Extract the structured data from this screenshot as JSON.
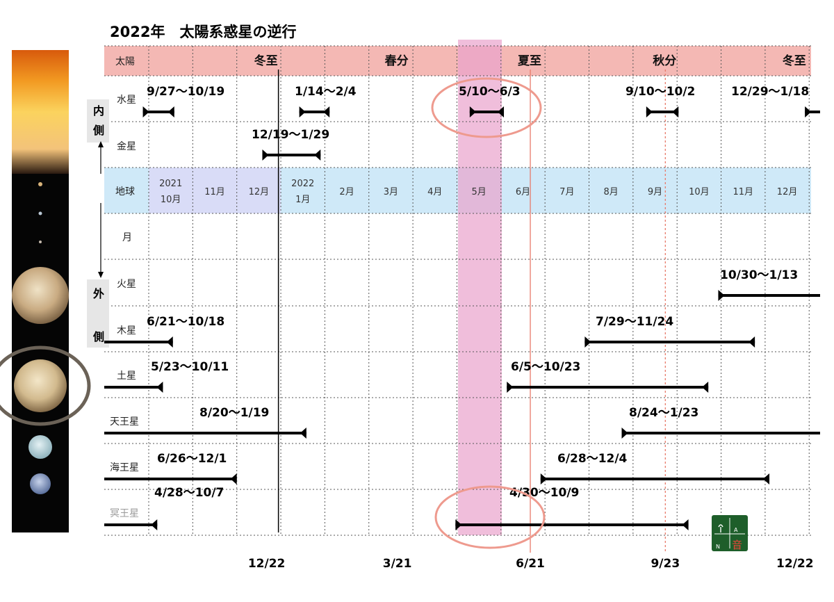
{
  "title": "2022年　太陽系惑星の逆行",
  "side_labels": {
    "inner_1": "内",
    "inner_2": "側",
    "outer_1": "外",
    "outer_2": "側"
  },
  "rows": {
    "sun": "太陽",
    "mercury": "水星",
    "venus": "金星",
    "earth": "地球",
    "moon": "月",
    "mars": "火星",
    "jupiter": "木星",
    "saturn": "土星",
    "uranus": "天王星",
    "neptune": "海王星",
    "pluto": "冥王星"
  },
  "months": [
    {
      "line1": "2021",
      "line2": "10月"
    },
    {
      "line1": "11月",
      "line2": ""
    },
    {
      "line1": "12月",
      "line2": ""
    },
    {
      "line1": "2022",
      "line2": "1月"
    },
    {
      "line1": "2月",
      "line2": ""
    },
    {
      "line1": "3月",
      "line2": ""
    },
    {
      "line1": "4月",
      "line2": ""
    },
    {
      "line1": "5月",
      "line2": ""
    },
    {
      "line1": "6月",
      "line2": ""
    },
    {
      "line1": "7月",
      "line2": ""
    },
    {
      "line1": "8月",
      "line2": ""
    },
    {
      "line1": "9月",
      "line2": ""
    },
    {
      "line1": "10月",
      "line2": ""
    },
    {
      "line1": "11月",
      "line2": ""
    },
    {
      "line1": "12月",
      "line2": ""
    }
  ],
  "chart_data": {
    "type": "timeline",
    "title": "2022年　太陽系惑星の逆行",
    "x_axis": {
      "start": "2021-10-01",
      "end": "2023-01-01",
      "unit": "month"
    },
    "seasons": [
      {
        "label": "冬至",
        "date": "12/22",
        "year": 2021
      },
      {
        "label": "春分",
        "date": "3/21",
        "year": 2022
      },
      {
        "label": "夏至",
        "date": "6/21",
        "year": 2022
      },
      {
        "label": "秋分",
        "date": "9/23",
        "year": 2022
      },
      {
        "label": "冬至",
        "date": "12/22",
        "year": 2022
      }
    ],
    "bottom_dates": [
      "12/22",
      "3/21",
      "6/21",
      "9/23",
      "12/22"
    ],
    "highlight_month": "5月",
    "series": [
      {
        "row": "水星",
        "periods": [
          {
            "label": "9/27〜10/19",
            "start": "2021-09-27",
            "end": "2021-10-19"
          },
          {
            "label": "1/14〜2/4",
            "start": "2022-01-14",
            "end": "2022-02-04"
          },
          {
            "label": "5/10〜6/3",
            "start": "2022-05-10",
            "end": "2022-06-03"
          },
          {
            "label": "9/10〜10/2",
            "start": "2022-09-10",
            "end": "2022-10-02"
          },
          {
            "label": "12/29〜1/18",
            "start": "2022-12-29",
            "end": "2023-01-18"
          }
        ]
      },
      {
        "row": "金星",
        "periods": [
          {
            "label": "12/19〜1/29",
            "start": "2021-12-19",
            "end": "2022-01-29"
          }
        ]
      },
      {
        "row": "火星",
        "periods": [
          {
            "label": "10/30〜1/13",
            "start": "2022-10-30",
            "end": "2023-01-13"
          }
        ]
      },
      {
        "row": "木星",
        "periods": [
          {
            "label": "6/21〜10/18",
            "start": "2021-06-21",
            "end": "2021-10-18"
          },
          {
            "label": "7/29〜11/24",
            "start": "2022-07-29",
            "end": "2022-11-24"
          }
        ]
      },
      {
        "row": "土星",
        "periods": [
          {
            "label": "5/23〜10/11",
            "start": "2021-05-23",
            "end": "2021-10-11"
          },
          {
            "label": "6/5〜10/23",
            "start": "2022-06-05",
            "end": "2022-10-23"
          }
        ]
      },
      {
        "row": "天王星",
        "periods": [
          {
            "label": "8/20〜1/19",
            "start": "2021-08-20",
            "end": "2022-01-19"
          },
          {
            "label": "8/24〜1/23",
            "start": "2022-08-24",
            "end": "2023-01-23"
          }
        ]
      },
      {
        "row": "海王星",
        "periods": [
          {
            "label": "6/26〜12/1",
            "start": "2021-06-26",
            "end": "2021-12-01"
          },
          {
            "label": "6/28〜12/4",
            "start": "2022-06-28",
            "end": "2022-12-04"
          }
        ]
      },
      {
        "row": "冥王星",
        "periods": [
          {
            "label": "4/28〜10/7",
            "start": "2021-04-28",
            "end": "2021-10-07"
          },
          {
            "label": "4/30〜10/9",
            "start": "2022-04-30",
            "end": "2022-10-09"
          }
        ]
      }
    ]
  },
  "logo": {
    "letters": [
      "A",
      "N",
      "音"
    ]
  },
  "colors": {
    "sun_band": "#f4b8b4",
    "earth_band": "#cfe9f8",
    "earth_cells_early": "#d9dcf7",
    "may_highlight": "#e9a3cc",
    "circle": "#ee9a8e",
    "season_line": "#e87a6a",
    "bar": "#000000",
    "logo_bg": "#1e5e2a"
  }
}
